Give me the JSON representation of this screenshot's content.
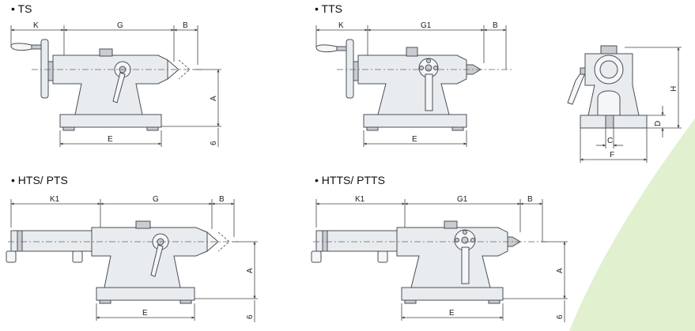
{
  "colors": {
    "accent_green": "#c9e3a6",
    "line": "#444444",
    "body_fill": "#e9ecef"
  },
  "panels": {
    "ts": {
      "title": "• TS",
      "dims": {
        "k": "K",
        "g": "G",
        "b": "B",
        "a": "A",
        "e": "E",
        "six": "6"
      }
    },
    "tts": {
      "title": "• TTS",
      "dims": {
        "k": "K",
        "g": "G1",
        "b": "B",
        "e": "E"
      }
    },
    "side": {
      "dims": {
        "h": "H",
        "d": "D",
        "c": "C",
        "f": "F"
      }
    },
    "hts": {
      "title": "• HTS/ PTS",
      "dims": {
        "k": "K1",
        "g": "G",
        "b": "B",
        "a": "A",
        "e": "E",
        "six": "6"
      }
    },
    "htts": {
      "title": "• HTTS/ PTTS",
      "dims": {
        "k": "K1",
        "g": "G1",
        "b": "B",
        "a": "A",
        "e": "E",
        "six": "6"
      }
    }
  }
}
